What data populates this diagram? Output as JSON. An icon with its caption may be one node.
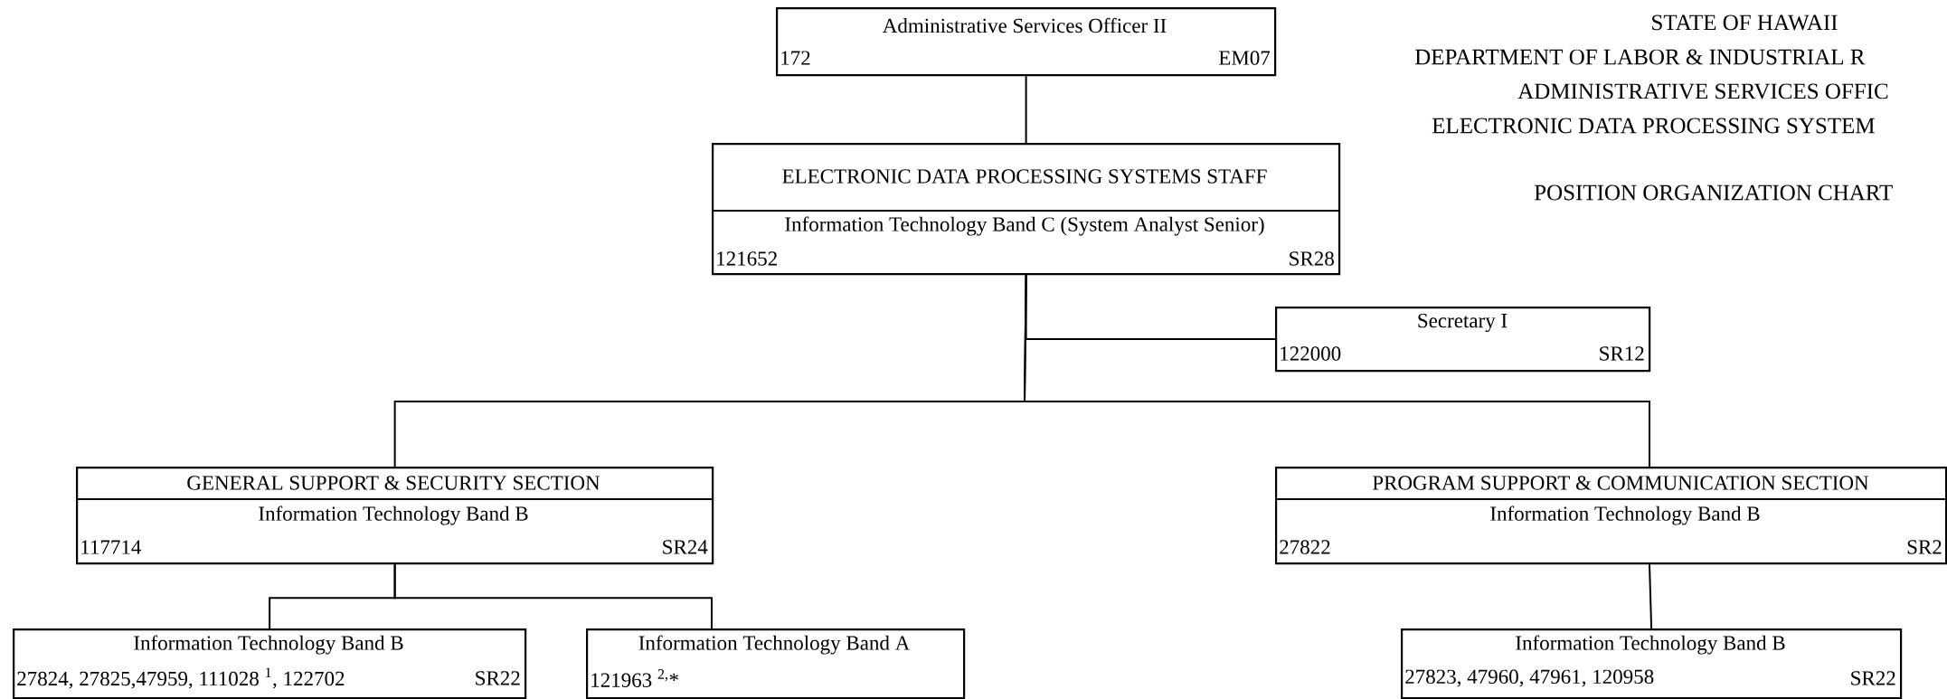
{
  "diagram": {
    "nodes": [
      {
        "text": [
          "Administrative Services Officer II",
          "172",
          "EM07"
        ]
      },
      {
        "text": [
          "ELECTRONIC DATA PROCESSING SYSTEMS STAFF",
          "Information Technology Band C (System Analyst Senior)",
          "121652",
          "SR28"
        ]
      },
      {
        "text": [
          "Secretary I",
          "122000",
          "SR12"
        ]
      },
      {
        "text": [
          "GENERAL SUPPORT & SECURITY SECTION",
          "Information Technology Band B",
          "117714",
          "SR24"
        ]
      },
      {
        "text": [
          "PROGRAM SUPPORT & COMMUNICATION SECTION",
          "Information Technology Band B",
          "27822",
          "SR2"
        ]
      },
      {
        "text": [
          "Information Technology Band B",
          "27824, 27825,47959,  111028 $^{1}$, 122702",
          "SR22"
        ]
      },
      {
        "text": [
          "Information Technology Band A",
          "121963 $^{2,}$*"
        ]
      },
      {
        "text": [
          "Information Technology Band B",
          "27823, 47960, 47961, 120958",
          "SR22"
        ]
      }
    ],
    "edges": [
      {
        "from": 0,
        "to": 1,
        "arrow": "none"
      },
      {
        "from": 1,
        "to": 2,
        "arrow": "none"
      },
      {
        "from": 1,
        "to": 3,
        "arrow": "none"
      },
      {
        "from": 1,
        "to": 4,
        "arrow": "none"
      },
      {
        "from": 3,
        "to": 5,
        "arrow": "none"
      },
      {
        "from": 3,
        "to": 6,
        "arrow": "none"
      },
      {
        "from": 4,
        "to": 7,
        "arrow": "none"
      }
    ],
    "labels": [
      "STATE OF HAWAII",
      "DEPARTMENT OF LABOR & INDUSTRIAL R",
      "ADMINISTRATIVE SERVICES OFFIC",
      "ELECTRONIC DATA PROCESSING SYSTEM",
      "POSITION ORGANIZATION CHART"
    ]
  }
}
